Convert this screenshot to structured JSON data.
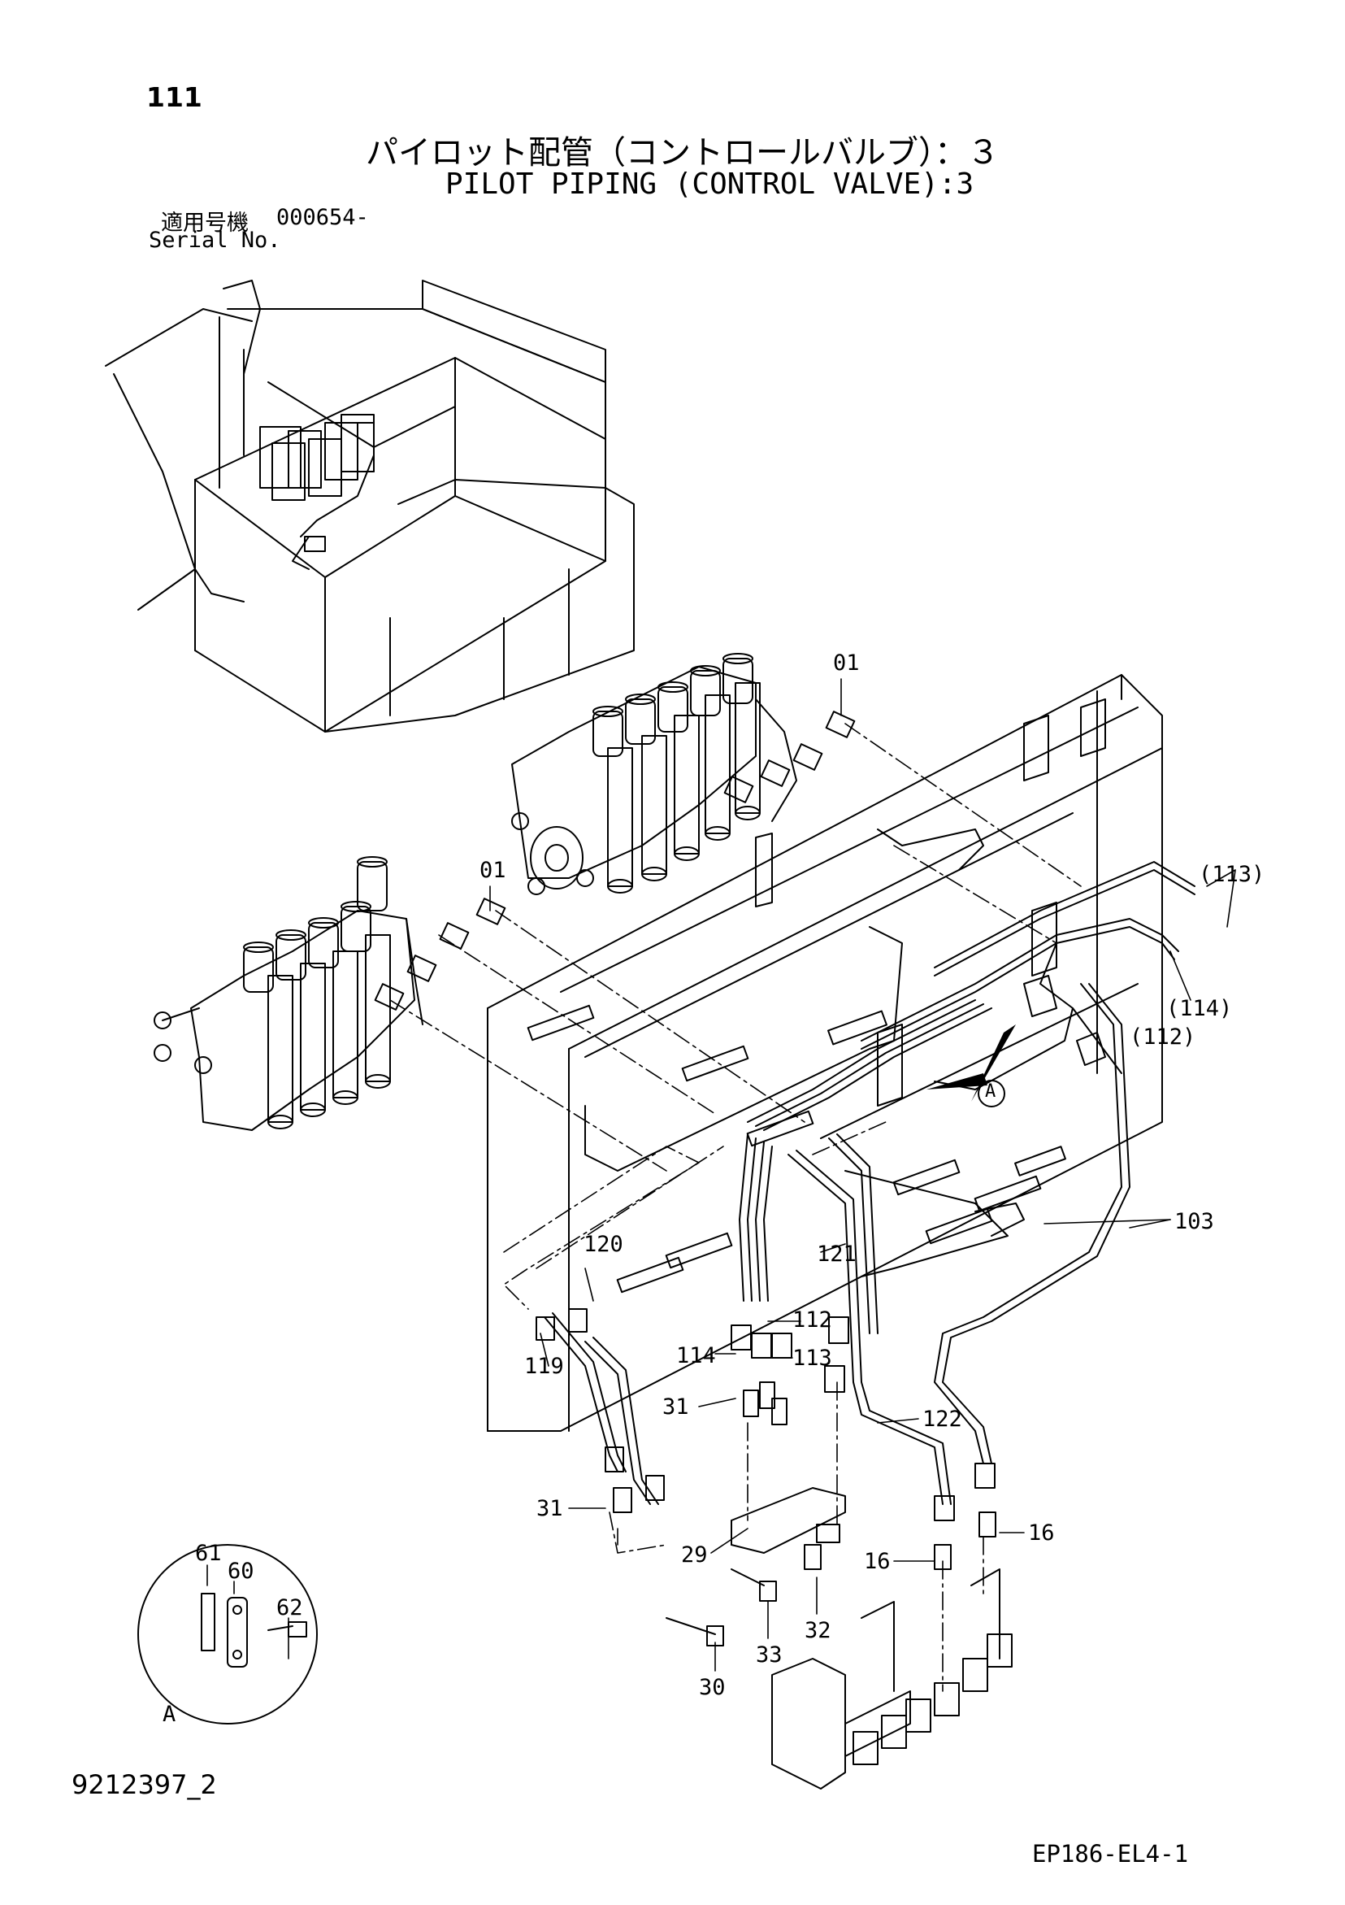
{
  "page_number": "111",
  "title_ja": "パイロット配管（コントロールバルブ）：３",
  "title_en": "PILOT PIPING (CONTROL VALVE):3",
  "serial": {
    "label_ja": "適用号機",
    "value": "000654-",
    "label_en": "Serial No."
  },
  "footer_left": "9212397_2",
  "footer_right": "EP186-EL4-1",
  "callouts": {
    "c01a": "01",
    "c01b": "01",
    "c113p": "(113)",
    "c114p": "(114)",
    "c112p": "(112)",
    "c103": "103",
    "c120": "120",
    "c121": "121",
    "c112": "112",
    "c114": "114",
    "c113": "113",
    "c119": "119",
    "c31a": "31",
    "c122": "122",
    "c31b": "31",
    "c29": "29",
    "c16a": "16",
    "c16b": "16",
    "c32": "32",
    "c33": "33",
    "c30": "30",
    "c61": "61",
    "c60": "60",
    "c62": "62",
    "detailA": "A",
    "viewA": "A"
  }
}
